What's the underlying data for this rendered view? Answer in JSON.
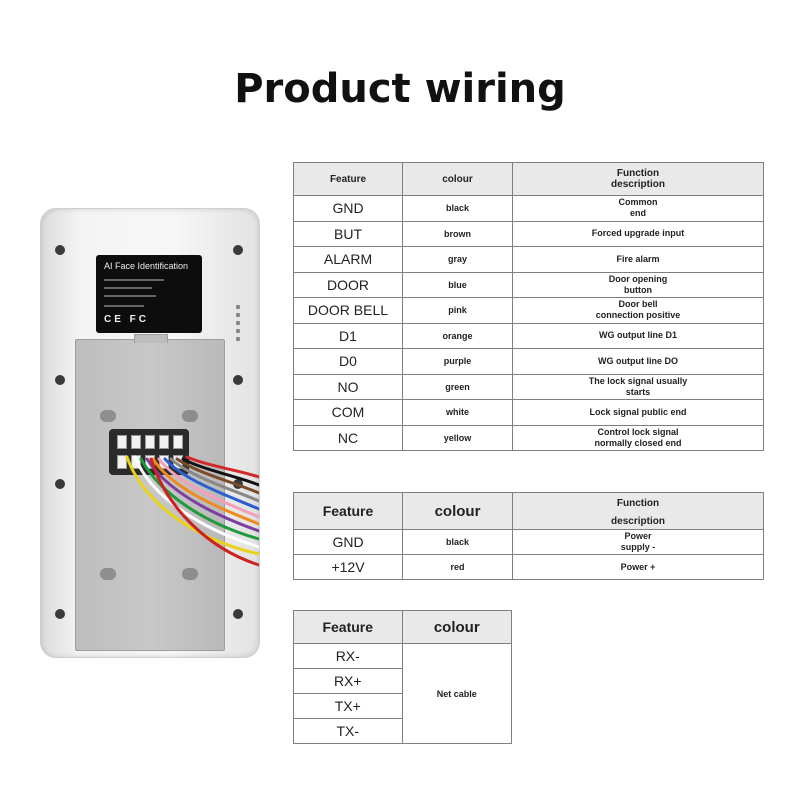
{
  "title": "Product wiring",
  "device": {
    "label_title": "AI Face  Identification",
    "label_marks": "CE FC"
  },
  "signal_table": {
    "headers": [
      "Feature",
      "colour",
      "Function\ndescription"
    ],
    "rows": [
      {
        "feature": "GND",
        "colour": "black",
        "function": "Common\nend"
      },
      {
        "feature": "BUT",
        "colour": "brown",
        "function": "Forced upgrade input"
      },
      {
        "feature": "ALARM",
        "colour": "gray",
        "function": "Fire alarm"
      },
      {
        "feature": "DOOR",
        "colour": "blue",
        "function": "Door opening\nbutton"
      },
      {
        "feature": "DOOR BELL",
        "colour": "pink",
        "function": "Door bell\nconnection positive"
      },
      {
        "feature": "D1",
        "colour": "orange",
        "function": "WG output line D1"
      },
      {
        "feature": "D0",
        "colour": "purple",
        "function": "WG output line DO"
      },
      {
        "feature": "NO",
        "colour": "green",
        "function": "The lock signal usually\nstarts"
      },
      {
        "feature": "COM",
        "colour": "white",
        "function": "Lock signal public end"
      },
      {
        "feature": "NC",
        "colour": "yellow",
        "function": "Control lock signal\nnormally closed end"
      }
    ]
  },
  "power_table": {
    "headers": [
      "Feature",
      "colour",
      "Function\ndescription"
    ],
    "rows": [
      {
        "feature": "GND",
        "colour": "black",
        "function": "Power\nsupply -"
      },
      {
        "feature": "+12V",
        "colour": "red",
        "function": "Power +"
      }
    ]
  },
  "network_table": {
    "headers": [
      "Feature",
      "colour"
    ],
    "rows": [
      "RX-",
      "RX+",
      "TX+",
      "TX-"
    ],
    "colour_value": "Net cable"
  }
}
